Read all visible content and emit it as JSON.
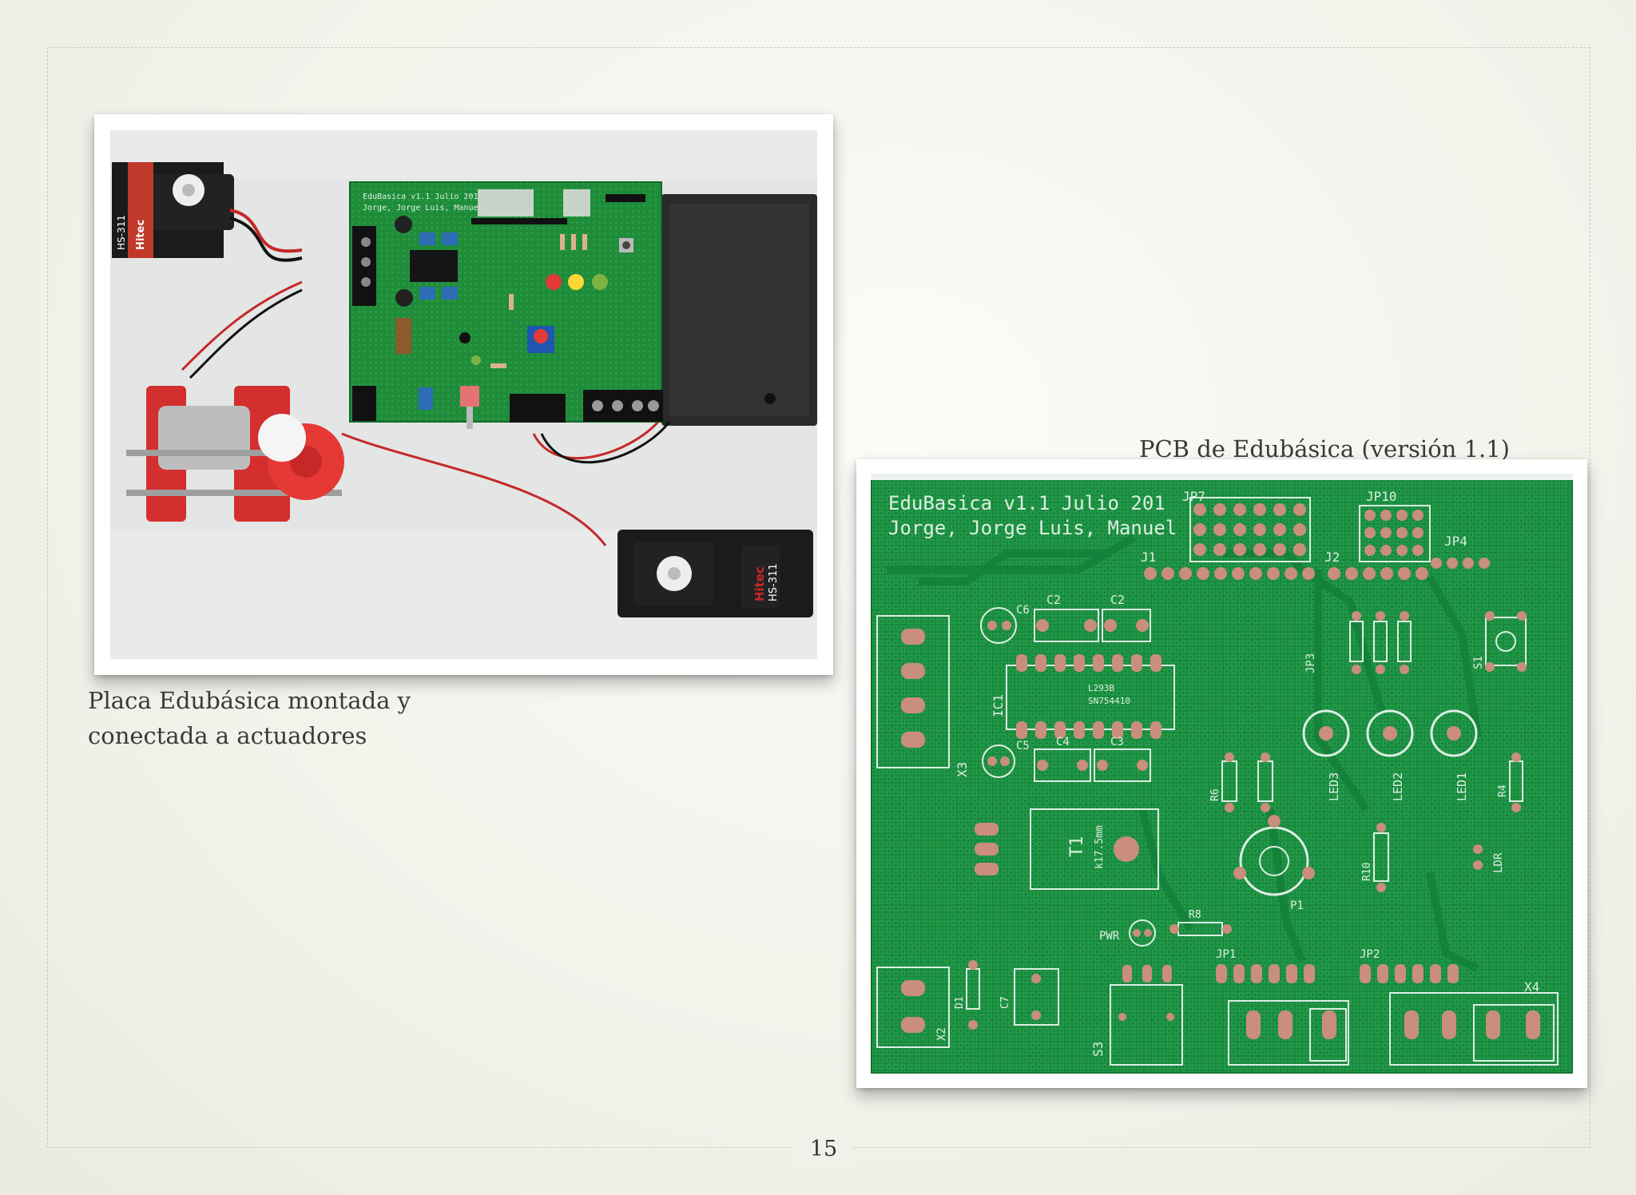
{
  "page": {
    "number": "15"
  },
  "figure_left": {
    "caption": "Placa Edubásica montada y conectada a actuadores",
    "board_label_line1": "EduBasica v1.1 Julio 201",
    "board_label_line2": "Jorge, Jorge Luis, Manuel",
    "servo_brand": "Hitec",
    "servo_model": "HS-311"
  },
  "figure_right": {
    "caption": "PCB de Edubásica (versión 1.1)",
    "board_label_line1": "EduBasica v1.1 Julio 201",
    "board_label_line2": "Jorge, Jorge Luis, Manuel",
    "silkscreen": {
      "jp7": "JP7",
      "jp10": "JP10",
      "jp4": "JP4",
      "j1": "J1",
      "j2": "J2",
      "jp3": "JP3",
      "c2a": "C2",
      "c2b": "C2",
      "c6": "C6",
      "c5": "C5",
      "c4": "C4",
      "c3": "C3",
      "c7": "C7",
      "ic1": "IC1",
      "ic_text1": "L293B",
      "ic_text2": "SN754410",
      "x3": "X3",
      "x2": "X2",
      "x4": "X4",
      "led1": "LED1",
      "led2": "LED2",
      "led3": "LED3",
      "s1": "S1",
      "s3": "S3",
      "r4": "R4",
      "r6": "R6",
      "r8": "R8",
      "r10": "R10",
      "t1": "T1",
      "heatsink": "k17.5mm",
      "ldr": "LDR",
      "pwr": "PWR",
      "jp1": "JP1",
      "jp2": "JP2",
      "d1": "D1",
      "p1": "P1"
    }
  }
}
